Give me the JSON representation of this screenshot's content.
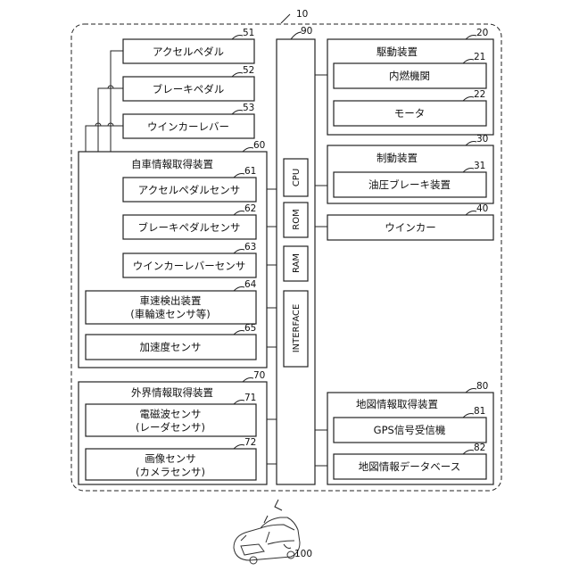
{
  "system_ref": "10",
  "ecu": {
    "ref": "90",
    "cpu": "CPU",
    "rom": "ROM",
    "ram": "RAM",
    "interface": "INTERFACE"
  },
  "inputs": {
    "accel_pedal": {
      "label": "アクセルペダル",
      "ref": "51"
    },
    "brake_pedal": {
      "label": "ブレーキペダル",
      "ref": "52"
    },
    "turn_lever": {
      "label": "ウインカーレバー",
      "ref": "53"
    }
  },
  "vehicle_info": {
    "title": "自車情報取得装置",
    "ref": "60",
    "accel_sensor": {
      "label": "アクセルペダルセンサ",
      "ref": "61"
    },
    "brake_sensor": {
      "label": "ブレーキペダルセンサ",
      "ref": "62"
    },
    "lever_sensor": {
      "label": "ウインカーレバーセンサ",
      "ref": "63"
    },
    "speed_detector": {
      "line1": "車速検出装置",
      "line2": "(車輪速センサ等)",
      "ref": "64"
    },
    "accel_g_sensor": {
      "label": "加速度センサ",
      "ref": "65"
    }
  },
  "external_info": {
    "title": "外界情報取得装置",
    "ref": "70",
    "radar": {
      "line1": "電磁波センサ",
      "line2": "(レーダセンサ)",
      "ref": "71"
    },
    "camera": {
      "line1": "画像センサ",
      "line2": "(カメラセンサ)",
      "ref": "72"
    }
  },
  "drive": {
    "title": "駆動装置",
    "ref": "20",
    "engine": {
      "label": "内燃機関",
      "ref": "21"
    },
    "motor": {
      "label": "モータ",
      "ref": "22"
    }
  },
  "braking": {
    "title": "制動装置",
    "ref": "30",
    "hydraulic": {
      "label": "油圧ブレーキ装置",
      "ref": "31"
    }
  },
  "turn_signal": {
    "label": "ウインカー",
    "ref": "40"
  },
  "map_info": {
    "title": "地図情報取得装置",
    "ref": "80",
    "gps": {
      "label": "GPS信号受信機",
      "ref": "81"
    },
    "map_db": {
      "label": "地図情報データベース",
      "ref": "82"
    }
  },
  "vehicle_ref": "100"
}
